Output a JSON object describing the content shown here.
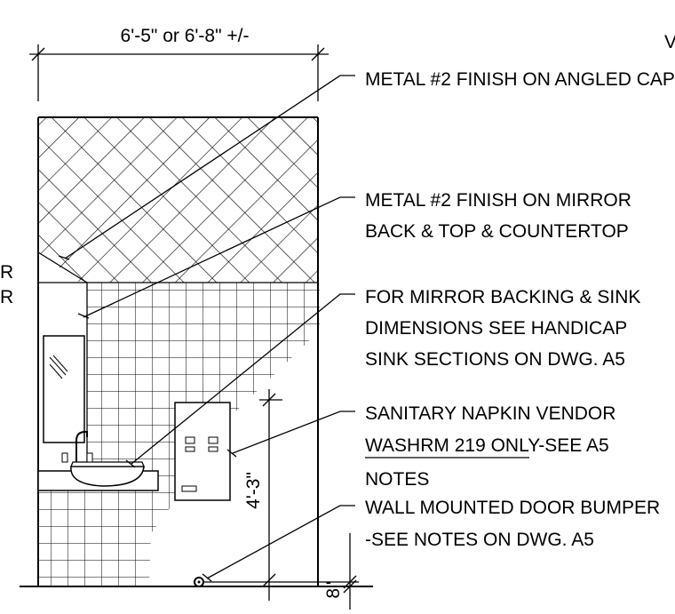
{
  "dimensions": {
    "width_label": "6'-5\" or 6'-8\" +/-",
    "height_label": "4'-3\"",
    "bumper_height_label": "8\""
  },
  "edge_fragments": {
    "left_top": "R",
    "left_bottom": "R",
    "right_top": "V"
  },
  "notes": [
    {
      "lines": [
        "METAL #2 FINISH ON ANGLED CAP"
      ]
    },
    {
      "lines": [
        "METAL #2 FINISH ON MIRROR",
        "BACK & TOP & COUNTERTOP"
      ]
    },
    {
      "lines": [
        "FOR MIRROR BACKING & SINK",
        "DIMENSIONS SEE HANDICAP",
        "SINK SECTIONS ON DWG. A5"
      ]
    },
    {
      "lines": [
        "SANITARY NAPKIN VENDOR",
        "WASHRM 219 ONLY-SEE A5",
        "NOTES"
      ]
    },
    {
      "lines": [
        "WALL MOUNTED DOOR BUMPER",
        "-SEE NOTES ON DWG. A5"
      ]
    }
  ]
}
